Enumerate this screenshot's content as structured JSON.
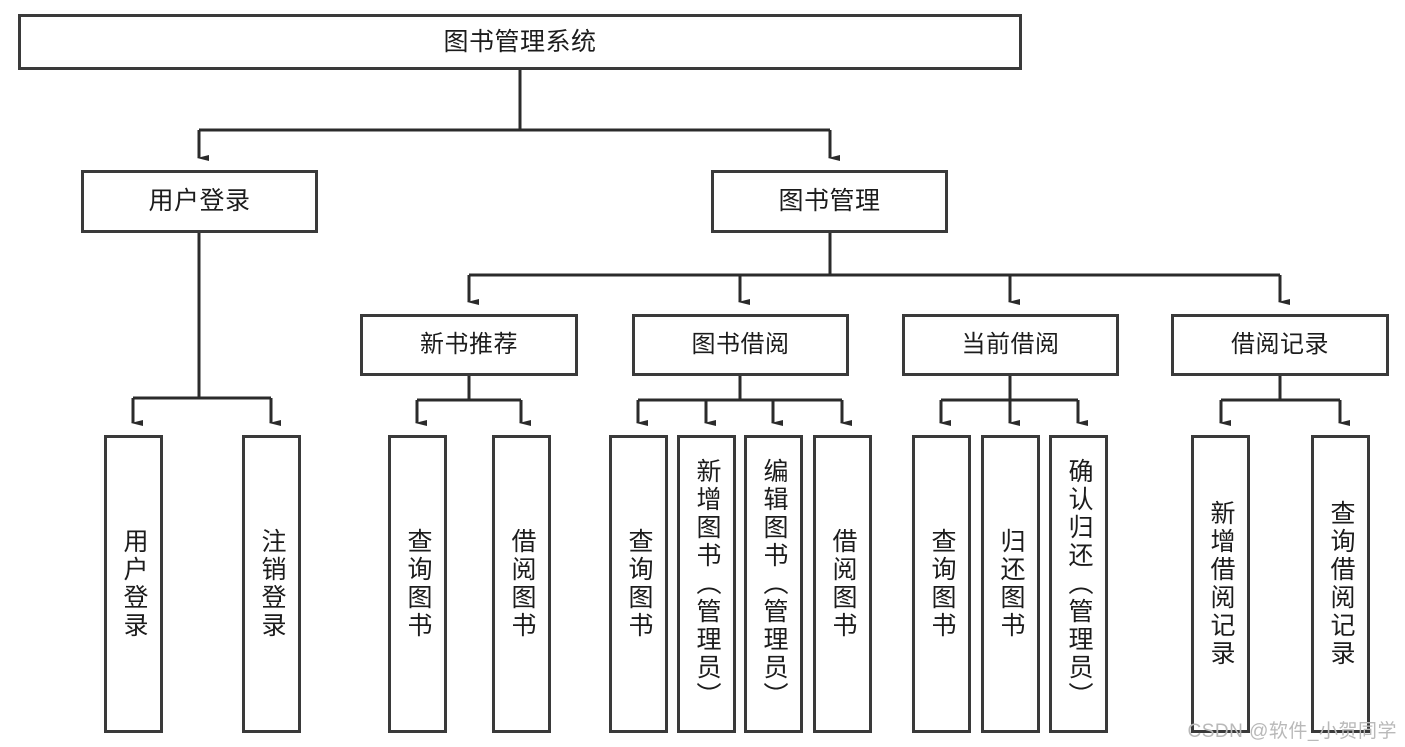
{
  "diagram": {
    "title": "图书管理系统",
    "type": "功能结构图",
    "root": {
      "id": "root",
      "label": "图书管理系统"
    },
    "level2": [
      {
        "id": "user-login",
        "label": "用户登录"
      },
      {
        "id": "book-management",
        "label": "图书管理"
      }
    ],
    "level3": [
      {
        "id": "new-book-recommend",
        "label": "新书推荐",
        "parent": "book-management"
      },
      {
        "id": "book-borrow",
        "label": "图书借阅",
        "parent": "book-management"
      },
      {
        "id": "current-borrow",
        "label": "当前借阅",
        "parent": "book-management"
      },
      {
        "id": "borrow-record",
        "label": "借阅记录",
        "parent": "book-management"
      }
    ],
    "leaves": [
      {
        "id": "leaf-user-login",
        "label": "用户登录",
        "parent": "user-login"
      },
      {
        "id": "leaf-logout-login",
        "label": "注销登录",
        "parent": "user-login"
      },
      {
        "id": "leaf-query-book-1",
        "label": "查询图书",
        "parent": "new-book-recommend"
      },
      {
        "id": "leaf-borrow-book-1",
        "label": "借阅图书",
        "parent": "new-book-recommend"
      },
      {
        "id": "leaf-query-book-2",
        "label": "查询图书",
        "parent": "book-borrow"
      },
      {
        "id": "leaf-add-book",
        "label": "新增图书（管理员）",
        "parent": "book-borrow"
      },
      {
        "id": "leaf-edit-book",
        "label": "编辑图书（管理员）",
        "parent": "book-borrow"
      },
      {
        "id": "leaf-borrow-book-2",
        "label": "借阅图书",
        "parent": "book-borrow"
      },
      {
        "id": "leaf-query-book-3",
        "label": "查询图书",
        "parent": "current-borrow"
      },
      {
        "id": "leaf-return-book",
        "label": "归还图书",
        "parent": "current-borrow"
      },
      {
        "id": "leaf-confirm-return",
        "label": "确认归还（管理员）",
        "parent": "current-borrow"
      },
      {
        "id": "leaf-add-record",
        "label": "新增借阅记录",
        "parent": "borrow-record"
      },
      {
        "id": "leaf-query-record",
        "label": "查询借阅记录",
        "parent": "borrow-record"
      }
    ],
    "watermark": "CSDN @软件_小贺同学",
    "colors": {
      "border": "#3a3a3a",
      "background": "#ffffff",
      "text": "#1c1c1c",
      "connector": "#2b2b2b",
      "watermark": "#b9b9b9"
    }
  }
}
